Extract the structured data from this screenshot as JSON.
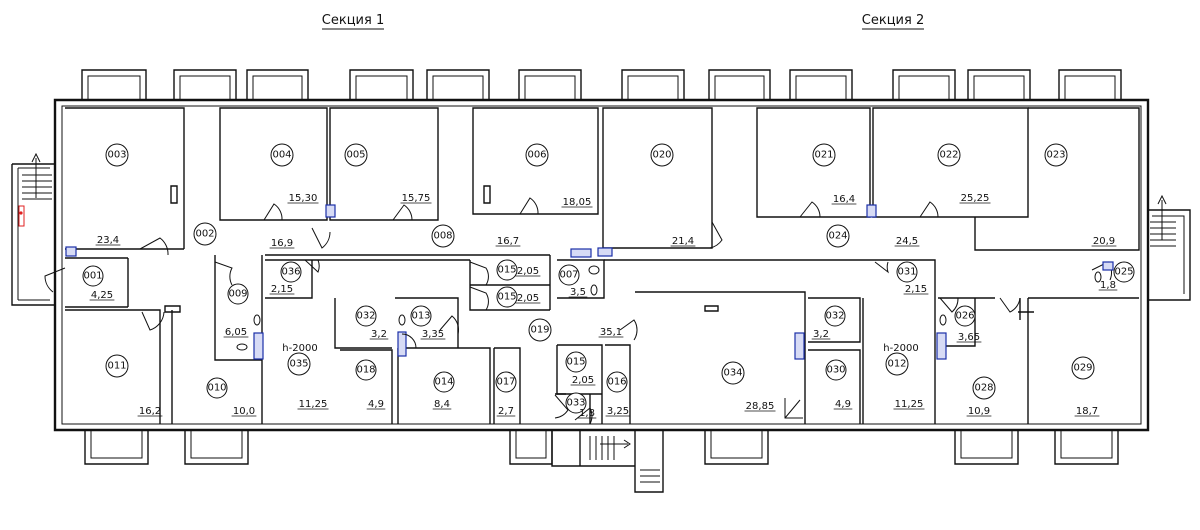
{
  "sections": [
    {
      "title": "Секция 1"
    },
    {
      "title": "Секция 2"
    }
  ],
  "rooms": [
    {
      "num": "003",
      "area": "23.4"
    },
    {
      "num": "001",
      "area": "4.25"
    },
    {
      "num": "011",
      "area": "16.2"
    },
    {
      "num": "002",
      "area": "16.9"
    },
    {
      "num": "009",
      "area": "6.05"
    },
    {
      "num": "010",
      "area": "10.0"
    },
    {
      "num": "004",
      "area": "15.30"
    },
    {
      "num": "005",
      "area": "15.75"
    },
    {
      "num": "036",
      "area": "2.15"
    },
    {
      "num": "035",
      "area": "11.25"
    },
    {
      "num": "032",
      "area": "3.2"
    },
    {
      "num": "018",
      "area": "4.9"
    },
    {
      "num": "013",
      "area": "3.35"
    },
    {
      "num": "014",
      "area": "8.4"
    },
    {
      "num": "017",
      "area": "2.7"
    },
    {
      "num": "008",
      "area": "16.7"
    },
    {
      "num": "006",
      "area": "18.05"
    },
    {
      "num": "015",
      "area": "2.05"
    },
    {
      "num": "015",
      "area": "2.05"
    },
    {
      "num": "019",
      "area": "35.1"
    },
    {
      "num": "007",
      "area": "3.5"
    },
    {
      "num": "015",
      "area": "2.05"
    },
    {
      "num": "033",
      "area": "1.8"
    },
    {
      "num": "016",
      "area": "3.25"
    },
    {
      "num": "020",
      "area": "21.4"
    },
    {
      "num": "034",
      "area": "28.85"
    },
    {
      "num": "032",
      "area": "3.2"
    },
    {
      "num": "030",
      "area": "4.9"
    },
    {
      "num": "021",
      "area": "16.4"
    },
    {
      "num": "031",
      "area": "2.15"
    },
    {
      "num": "012",
      "area": "11.25"
    },
    {
      "num": "024",
      "area": "24.5"
    },
    {
      "num": "022",
      "area": "25.25"
    },
    {
      "num": "026",
      "area": "3.65"
    },
    {
      "num": "028",
      "area": "10.9"
    },
    {
      "num": "023",
      "area": "20.9"
    },
    {
      "num": "025",
      "area": "1.8"
    },
    {
      "num": "029",
      "area": "18.7"
    }
  ],
  "height_notes": [
    "h-2000",
    "h-2000"
  ],
  "colors": {
    "wall": "#111111",
    "fixture": "#1b2fa8",
    "fixture_fill": "#d7dbf5",
    "alarm": "#e02020"
  }
}
